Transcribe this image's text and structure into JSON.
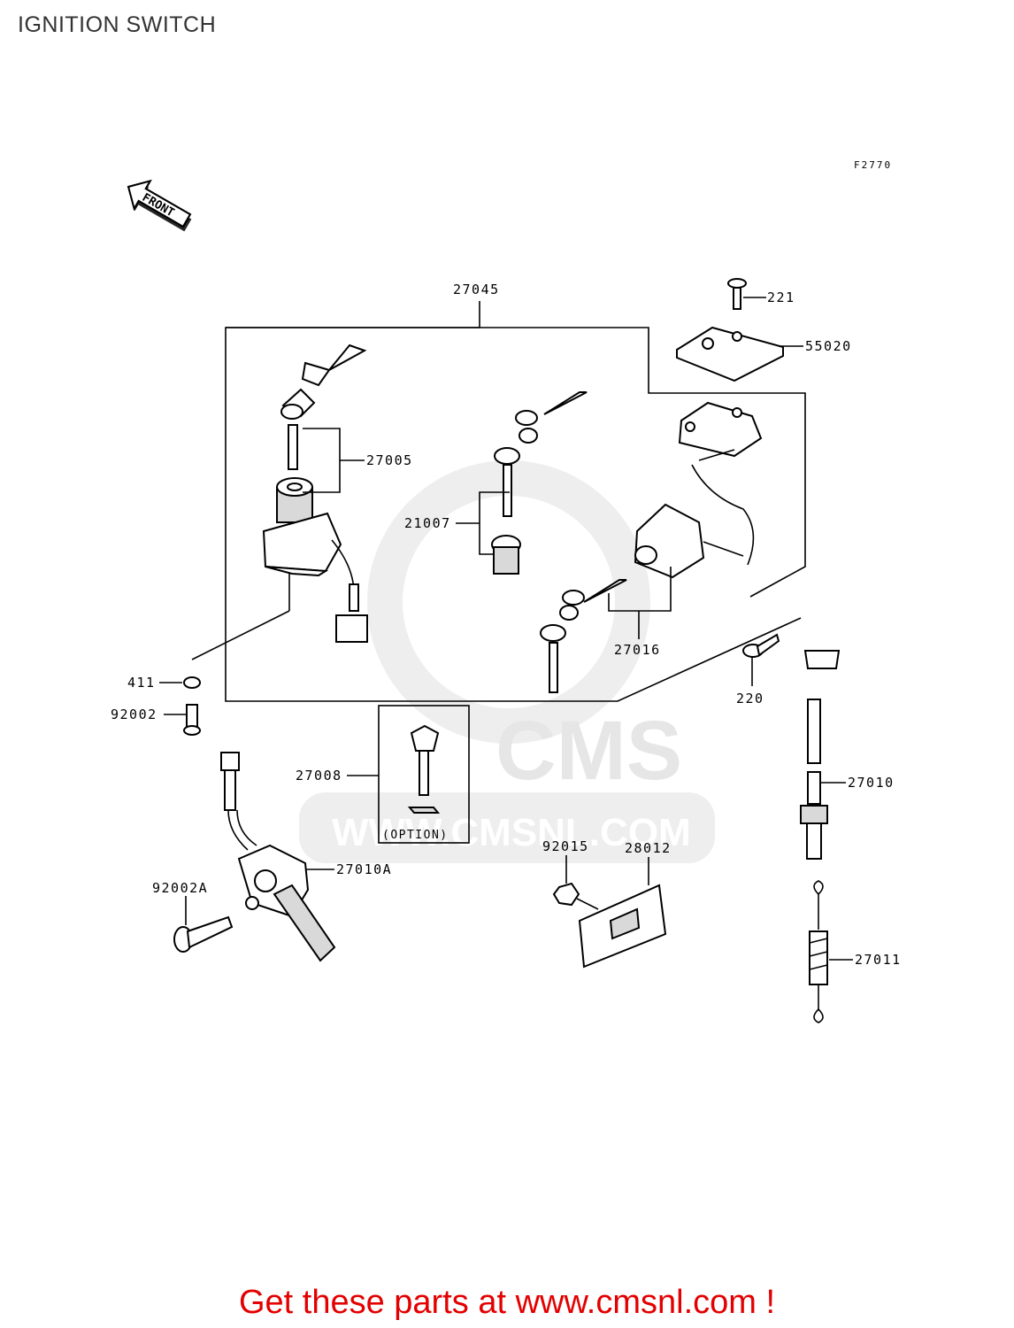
{
  "page_title": "IGNITION SWITCH",
  "figure_code": "F2770",
  "front_arrow_text": "FRONT",
  "watermark": {
    "brand": "CMS",
    "url": "WWW.CMSNL.COM"
  },
  "labels": {
    "p27045": "27045",
    "p221": "221",
    "p55020": "55020",
    "p27005": "27005",
    "p21007": "21007",
    "p27016": "27016",
    "p411": "411",
    "p92002": "92002",
    "p220": "220",
    "p27008": "27008",
    "p27008_note": "(OPTION)",
    "p27010": "27010",
    "p27010A": "27010A",
    "p92002A": "92002A",
    "p92015": "92015",
    "p28012": "28012",
    "p27011": "27011"
  },
  "footer": "Get these parts at www.cmsnl.com !"
}
